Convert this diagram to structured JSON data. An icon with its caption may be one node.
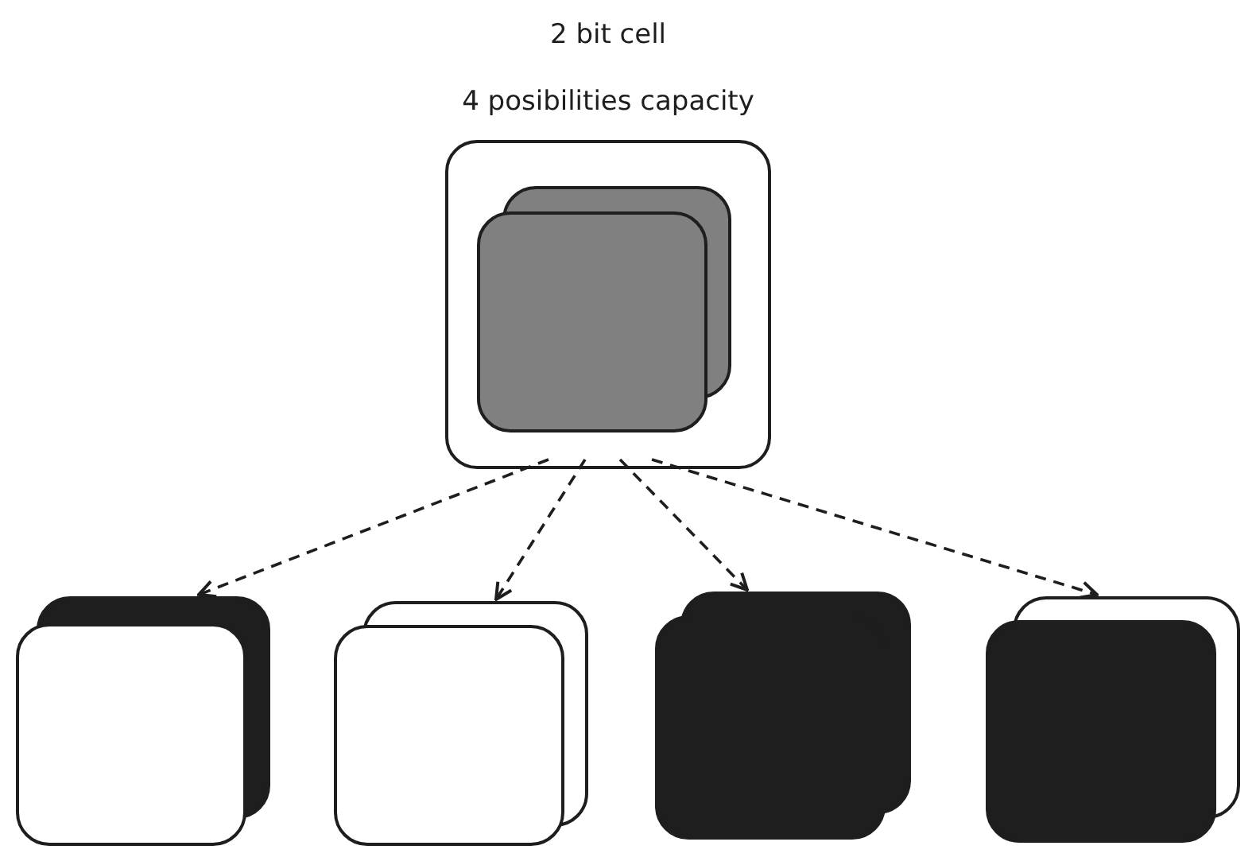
{
  "diagram": {
    "nodes": [
      {
        "text": [
          "2 bit cell",
          "4 posibilities capacity"
        ]
      },
      {
        "text": [],
        "shape": "box",
        "in": 0
      },
      {
        "text": [],
        "shape": "box"
      },
      {
        "text": [],
        "shape": "box"
      },
      {
        "text": [],
        "shape": "box"
      },
      {
        "text": [],
        "shape": "box"
      }
    ],
    "edges": [
      {
        "from": 0,
        "to": 2,
        "arrow": "to",
        "style": "dashed"
      },
      {
        "from": 0,
        "to": 3,
        "arrow": "to",
        "style": "dashed"
      },
      {
        "from": 0,
        "to": 4,
        "arrow": "to",
        "style": "dashed"
      },
      {
        "from": 0,
        "to": 5,
        "arrow": "to",
        "style": "dashed"
      }
    ]
  }
}
